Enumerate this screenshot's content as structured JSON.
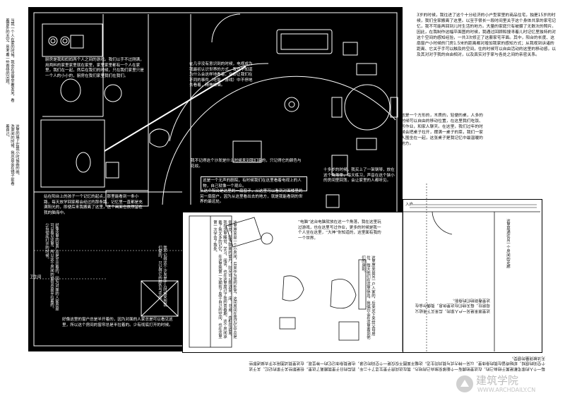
{
  "notes": {
    "top_right": "3岁的时候，我往进了这个十分经济的小户型家里的商品住宅，独是15岁的时候，我们全家搬离了这里。以至于很长一段时间里关于这个身体共享的家宅记忆，我不可能再回到儿时生活的地方。大量的家庭只有被摄了无数次的照片。因此，在我制作这幅平面图的时候，我通过回顾和搜寻着儿时记忆里独特的对这个空间的感知经验，一共3次修正了这套家宅平面。其中，阳台的长度、这扇窗户小时候的门房1.5米的距离都对增加我家的感知方式；从我视到诉诸的距离、它关于手可以触及的空间，住的时候可以自由活动的这里的移动感，以及其对对于我的自由相对，以及真实对于家与各处之间的亲密关系。",
    "kitchen": "厨房是我和妈妈两个人之间的游戏。我们以手不过刚满，用两料的家里家里就在家里，家里家里都有一个人在家里。我们在一起，然后在我们的时候，只在我们家里只是一个人的小小的，厨房在我们家里我们在我们。",
    "diagonal": "在几乎没有意识到的时候，电视成为我最初认识世界的方式，我也不知道为什么会这样地看着，它却让我们在不同的事件（吃饭、游戏）中不停地去看着，精神烦恼。",
    "center": "我不记得这个沙发是什么时候来到我们家的，只记得它的颜色与花纹。",
    "center2": "这是一个无声的剧院，有时候我们在这里看着电视上的人物，自己就像一个观众。",
    "mid": "从这个阳台是这里的一扇窗子，从这里可以看到对面楼里的另一扇窗户，因为从这里看出去的地方，就是我能看到的世界的最远处。",
    "room16": "十多岁的时候，我买上了一架钢琴，放在这个角落里，每天练习，声音在这个狭小的房间里回荡，会让家里的人都听见。",
    "right_mid": "这是一个方形的，木质的，轻便的桌，人多的时候可以自由的移动位置，在这里我们吃饭、写作业，和家人聊天。在这里，我们过年的时候会把桌子拉开，摆满一桌子的菜，我们一家人围坐在一起，这张桌子是我记忆中最温暖的地方。",
    "left_mid": "站在阳台上的孩子一个记忆的起点，那里能看到一条小路，每天放学回家都会经过的那条路，记忆里一直都是充满阳光的，即便后来我搬离了这里，这个画面也依然留在我的脑海中。",
    "left_low": "好像这里的窗户总是半开着的，因为对面的人家总是可以看见这里，所以这个房间的窗帘总是半拉着的。少有彻底打开的时候。",
    "dark_room": "“电脑”这台电脑就放在这一个角落，我在这里玩过游戏，也在这里写过作业，更多的时候是我一个人坐在这里，“大神”你知道的，这里面有我的一个世界。",
    "white_room": "这里原来是一个小房间，后来作为我的卧室，这间房间在我记忆中总是很明亮，因为朝南的窗户，阳光可以照进来。床、书桌、衣柜在这里。我在这里睡觉、学习、阅读，也在这里度过了我的青春期。这个房间承载了我太多的记忆，在这里我第一次拥有了属于自己的空间，也在这里第一次学会了独处。",
    "right_room_upside": "这里原来是另一户人家的，后来买下来给父母居住，每天他们在这里休息，我偶尔会在这里看到他们的身影。",
    "bottom_upside": "每一个人的家宅都是属于他自己的，在这里他拥有一个能够安放自己的地方。我在这间房子里生活了十二年，而后的日子里我搬离了这里。但是那些关于家的记忆、关于这个空间的感知，却始终留在我的身体里，以另一种方式与我共同生活。这幅平面图不仅仅是一个空间的记录，也是我身体记忆的一种呈现，在这里我试图用文字去描述那些无法被测量的感受。"
  },
  "vertical_notes": {
    "left_top": "当我一个人在家的时候，我会在这里坐着发呆，看着窗外的天空，思考着一些奇怪的问题。",
    "left_mid": "洗漱间的时候，我总是会在镜子前看着自己。",
    "left_bottom": "这里的墙上有我小时候画的画。",
    "right_strip": "这里是通往另一个房间的走廊"
  },
  "tags": {
    "door": "入户",
    "bath": "卫生间"
  },
  "watermark": {
    "title": "建筑学院",
    "url": "WWW.ARCHDAILY.CN"
  }
}
